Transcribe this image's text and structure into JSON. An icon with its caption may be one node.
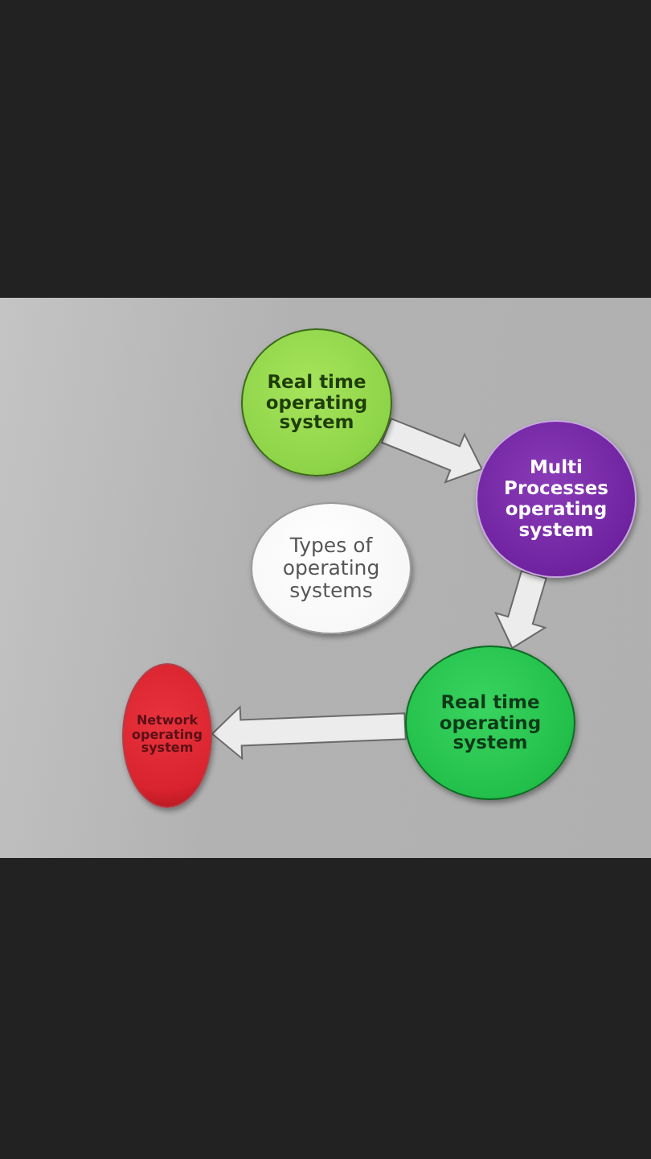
{
  "diagram": {
    "nodes": [
      {
        "text": [
          "Real time operating system"
        ]
      },
      {
        "text": [
          "Multi Processes operating system"
        ]
      },
      {
        "text": [
          "Types of operating systems"
        ]
      },
      {
        "text": [
          "Real time operating system"
        ]
      },
      {
        "text": [
          "Network operating system"
        ]
      }
    ],
    "edges": [
      {
        "from": 0,
        "to": 1,
        "arrow": "to"
      },
      {
        "from": 1,
        "to": 3,
        "arrow": "to"
      },
      {
        "from": 3,
        "to": 4,
        "arrow": "to"
      }
    ]
  }
}
